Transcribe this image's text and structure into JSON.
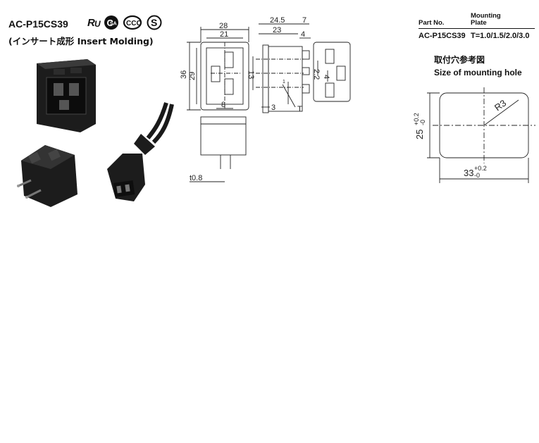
{
  "product": {
    "title": "AC-P15CS39",
    "subtitle": "(インサート成形 Insert Molding)"
  },
  "certifications": [
    "UL recognized",
    "CSA",
    "CCC",
    "S-mark"
  ],
  "spec_table": {
    "headers": [
      "Part No.",
      "Mounting Plate"
    ],
    "rows": [
      [
        "AC-P15CS39",
        "T=1.0/1.5/2.0/3.0"
      ]
    ]
  },
  "mounting_hole": {
    "title_jp": "取付穴参考図",
    "title_en": "Size of mounting hole",
    "height_label": "25",
    "height_tol_plus": "+0.2",
    "height_tol_minus": "-0",
    "width_label": "33",
    "width_tol_plus": "+0.2",
    "width_tol_minus": "-0",
    "radius_label": "R3"
  },
  "front_view": {
    "dim_28": "28",
    "dim_21": "21",
    "dim_36": "36",
    "dim_29": "29",
    "dim_13": "13",
    "dim_8": "8"
  },
  "side_view": {
    "dim_24_5": "24.5",
    "dim_7": "7",
    "dim_23": "23",
    "dim_4_top": "4",
    "dim_2_2": "2.2",
    "dim_4_right": "4",
    "dim_3": "3",
    "dim_t": "T",
    "dim_1": "1"
  },
  "bottom_view": {
    "dim_t08": "t0.8"
  },
  "colors": {
    "line": "#222222",
    "dim": "#333333",
    "product_body": "#1c1c1c"
  }
}
